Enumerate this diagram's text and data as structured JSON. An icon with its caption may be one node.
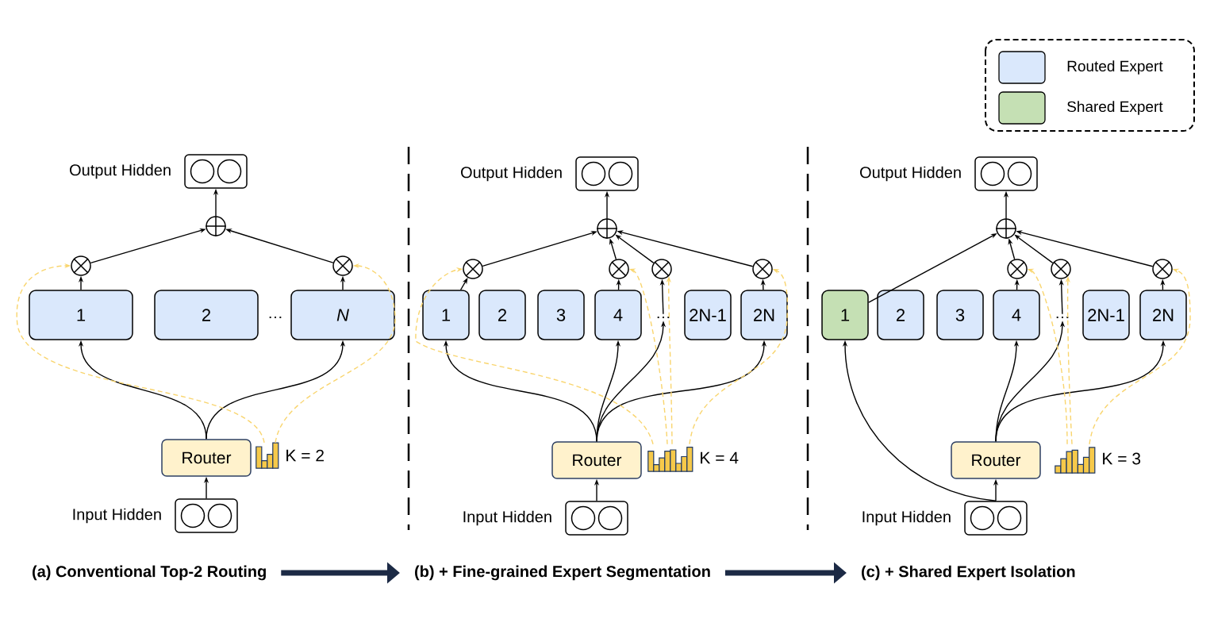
{
  "diagram": {
    "nodes": [
      {
        "text": [],
        "shape": "box",
        "beside": [
          "Output Hidden"
        ]
      },
      {
        "text": [],
        "shape": "circle"
      },
      {
        "text": [],
        "shape": "circle"
      },
      {
        "text": [],
        "shape": "circle"
      },
      {
        "text": [
          "1"
        ]
      },
      {
        "text": [
          "2"
        ]
      },
      {
        "text": [
          "N"
        ]
      },
      {
        "text": [
          "Router"
        ]
      },
      {
        "text": [],
        "shape": "bar",
        "beside": [
          "K = 2"
        ]
      },
      {
        "text": [],
        "shape": "box",
        "beside": [
          "Input Hidden"
        ]
      },
      {
        "text": [],
        "shape": "box",
        "beside": [
          "Output Hidden"
        ]
      },
      {
        "text": [],
        "shape": "circle"
      },
      {
        "text": [],
        "shape": "circle"
      },
      {
        "text": [],
        "shape": "circle"
      },
      {
        "text": [],
        "shape": "circle"
      },
      {
        "text": [],
        "shape": "circle"
      },
      {
        "text": [
          "1"
        ]
      },
      {
        "text": [
          "2"
        ]
      },
      {
        "text": [
          "3"
        ]
      },
      {
        "text": [
          "4"
        ]
      },
      {
        "text": [
          "…"
        ]
      },
      {
        "text": [
          "2N-1"
        ]
      },
      {
        "text": [
          "2N"
        ]
      },
      {
        "text": [
          "Router"
        ]
      },
      {
        "text": [],
        "shape": "bar",
        "beside": [
          "K = 4"
        ]
      },
      {
        "text": [],
        "shape": "box",
        "beside": [
          "Input Hidden"
        ]
      },
      {
        "text": [],
        "shape": "box",
        "beside": [
          "Output Hidden"
        ]
      },
      {
        "text": [],
        "shape": "circle"
      },
      {
        "text": [],
        "shape": "circle"
      },
      {
        "text": [],
        "shape": "circle"
      },
      {
        "text": [],
        "shape": "circle"
      },
      {
        "text": [
          "1"
        ]
      },
      {
        "text": [
          "2"
        ]
      },
      {
        "text": [
          "3"
        ]
      },
      {
        "text": [
          "4"
        ]
      },
      {
        "text": [
          "…"
        ]
      },
      {
        "text": [
          "2N-1"
        ]
      },
      {
        "text": [
          "2N"
        ]
      },
      {
        "text": [
          "Router"
        ]
      },
      {
        "text": [],
        "shape": "bar",
        "beside": [
          "K = 3"
        ]
      },
      {
        "text": [],
        "shape": "box",
        "beside": [
          "Input Hidden"
        ]
      },
      {
        "text": [
          "(a) Conventional Top-2 Routing"
        ]
      },
      {
        "text": [
          "(b) + Fine-grained Expert Segmentation"
        ]
      },
      {
        "text": [
          "(c) + Shared Expert Isolation"
        ]
      }
    ],
    "edges": [
      {
        "from": 1,
        "to": 0,
        "arrow": "to"
      },
      {
        "from": 2,
        "to": 1,
        "arrow": "to"
      },
      {
        "from": 3,
        "to": 1,
        "arrow": "to"
      },
      {
        "from": 4,
        "to": 2,
        "arrow": "to"
      },
      {
        "from": 6,
        "to": 3,
        "arrow": "to"
      },
      {
        "from": 7,
        "to": 4,
        "arrow": "to"
      },
      {
        "from": 7,
        "to": 6,
        "arrow": "to"
      },
      {
        "from": 9,
        "to": 7,
        "arrow": "to"
      },
      {
        "from": 8,
        "to": 2,
        "arrow": "to",
        "style": "dashed",
        "color": "#f9d56e"
      },
      {
        "from": 8,
        "to": 3,
        "arrow": "to",
        "style": "dashed",
        "color": "#f9d56e"
      },
      {
        "from": 11,
        "to": 10,
        "arrow": "to"
      },
      {
        "from": 12,
        "to": 11,
        "arrow": "to"
      },
      {
        "from": 13,
        "to": 11,
        "arrow": "to"
      },
      {
        "from": 14,
        "to": 11,
        "arrow": "to"
      },
      {
        "from": 15,
        "to": 11,
        "arrow": "to"
      },
      {
        "from": 16,
        "to": 12,
        "arrow": "to"
      },
      {
        "from": 19,
        "to": 13,
        "arrow": "to"
      },
      {
        "from": 20,
        "to": 14,
        "arrow": "to"
      },
      {
        "from": 22,
        "to": 15,
        "arrow": "to"
      },
      {
        "from": 23,
        "to": 16,
        "arrow": "to"
      },
      {
        "from": 23,
        "to": 19,
        "arrow": "to"
      },
      {
        "from": 23,
        "to": 20,
        "arrow": "to"
      },
      {
        "from": 23,
        "to": 22,
        "arrow": "to"
      },
      {
        "from": 25,
        "to": 23,
        "arrow": "to"
      },
      {
        "from": 24,
        "to": 12,
        "arrow": "to",
        "style": "dashed",
        "color": "#f9d56e"
      },
      {
        "from": 24,
        "to": 13,
        "arrow": "to",
        "style": "dashed",
        "color": "#f9d56e"
      },
      {
        "from": 24,
        "to": 14,
        "arrow": "to",
        "style": "dashed",
        "color": "#f9d56e"
      },
      {
        "from": 24,
        "to": 15,
        "arrow": "to",
        "style": "dashed",
        "color": "#f9d56e"
      },
      {
        "from": 27,
        "to": 26,
        "arrow": "to"
      },
      {
        "from": 31,
        "to": 27,
        "arrow": "to"
      },
      {
        "from": 28,
        "to": 27,
        "arrow": "to"
      },
      {
        "from": 29,
        "to": 27,
        "arrow": "to"
      },
      {
        "from": 30,
        "to": 27,
        "arrow": "to"
      },
      {
        "from": 34,
        "to": 28,
        "arrow": "to"
      },
      {
        "from": 35,
        "to": 29,
        "arrow": "to"
      },
      {
        "from": 37,
        "to": 30,
        "arrow": "to"
      },
      {
        "from": 38,
        "to": 34,
        "arrow": "to"
      },
      {
        "from": 38,
        "to": 35,
        "arrow": "to"
      },
      {
        "from": 38,
        "to": 37,
        "arrow": "to"
      },
      {
        "from": 40,
        "to": 38,
        "arrow": "to"
      },
      {
        "from": 40,
        "to": 31,
        "arrow": "to"
      },
      {
        "from": 39,
        "to": 28,
        "arrow": "to",
        "style": "dashed",
        "color": "#f9d56e"
      },
      {
        "from": 39,
        "to": 29,
        "arrow": "to",
        "style": "dashed",
        "color": "#f9d56e"
      },
      {
        "from": 39,
        "to": 30,
        "arrow": "to",
        "style": "dashed",
        "color": "#f9d56e"
      },
      {
        "from": 41,
        "to": 42,
        "arrow": "to",
        "style": "thick",
        "color": "#1c2a45"
      },
      {
        "from": 42,
        "to": 43,
        "arrow": "to",
        "style": "thick",
        "color": "#1c2a45"
      }
    ],
    "labels": [
      "…"
    ],
    "legend": [
      {
        "text": "Routed Expert",
        "color": "#dae8fc"
      },
      {
        "text": "Shared Expert",
        "color": "#c5e0b4"
      }
    ]
  }
}
